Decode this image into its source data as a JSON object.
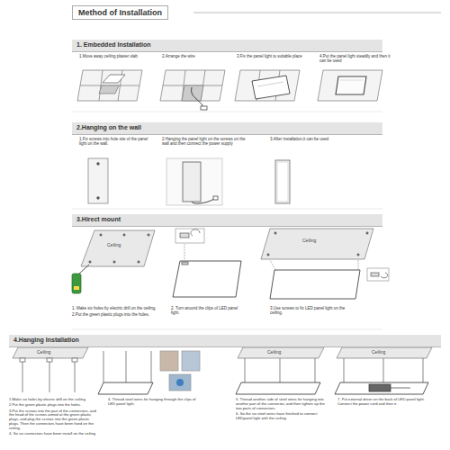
{
  "diagram": {
    "title": "Method of Installation",
    "nodes": [
      {
        "text": [
          "1. Embedded Installation"
        ]
      },
      {
        "text": [
          "2.Hanging on the wall"
        ]
      },
      {
        "text": [
          "3.Hirect mount"
        ]
      },
      {
        "text": [
          "4.Hanging Installation"
        ]
      }
    ],
    "labels": [
      "1.Move away ceiling plaster slab",
      "2.Arrange the wire",
      "3.Fix the panel light to suitable place",
      "4.Put the panel light steadily and then it can be used",
      "1.Fix screws into hole site of the panel light on the wall.",
      "2.Hanging the panel light on the screws on the wall and then connect the power supply",
      "3.After installation,it can be used",
      "Ceiling",
      "Ceiling",
      "1. Make six holes by electric drill on the ceiling.",
      "2.Put the green plastic plugs into the holes.",
      "2. Turn around the clips of LED panel light.",
      "3.Use screws to fix LED panel light on the ceiling.",
      "Ceiling",
      "Ceiling",
      "Ceiling",
      "1.Make six holes by electric drill on the ceiling.",
      "2.Put the green plastic plugs into the holes.",
      "3.Put the screws into the part of the connectors, and the head of the screws aimed at the green plastic plugs, and plug the screws into the green plastic plugs. Then the connectors have been fixed on the ceiling.",
      "4. So six connectors have been install on the ceiling",
      "4. Thread steel wires for hanging through the clips of LED panel light.",
      "5. Thread another side of steel wires for hanging into another part of the connector, and then tighten up the two parts of connectors.",
      "6. So the six steel wires have finished to connect LEDpanel light with the ceiling.",
      "7. Put external driver on the back of LED panel light. Connect the power cord and then it."
    ]
  }
}
